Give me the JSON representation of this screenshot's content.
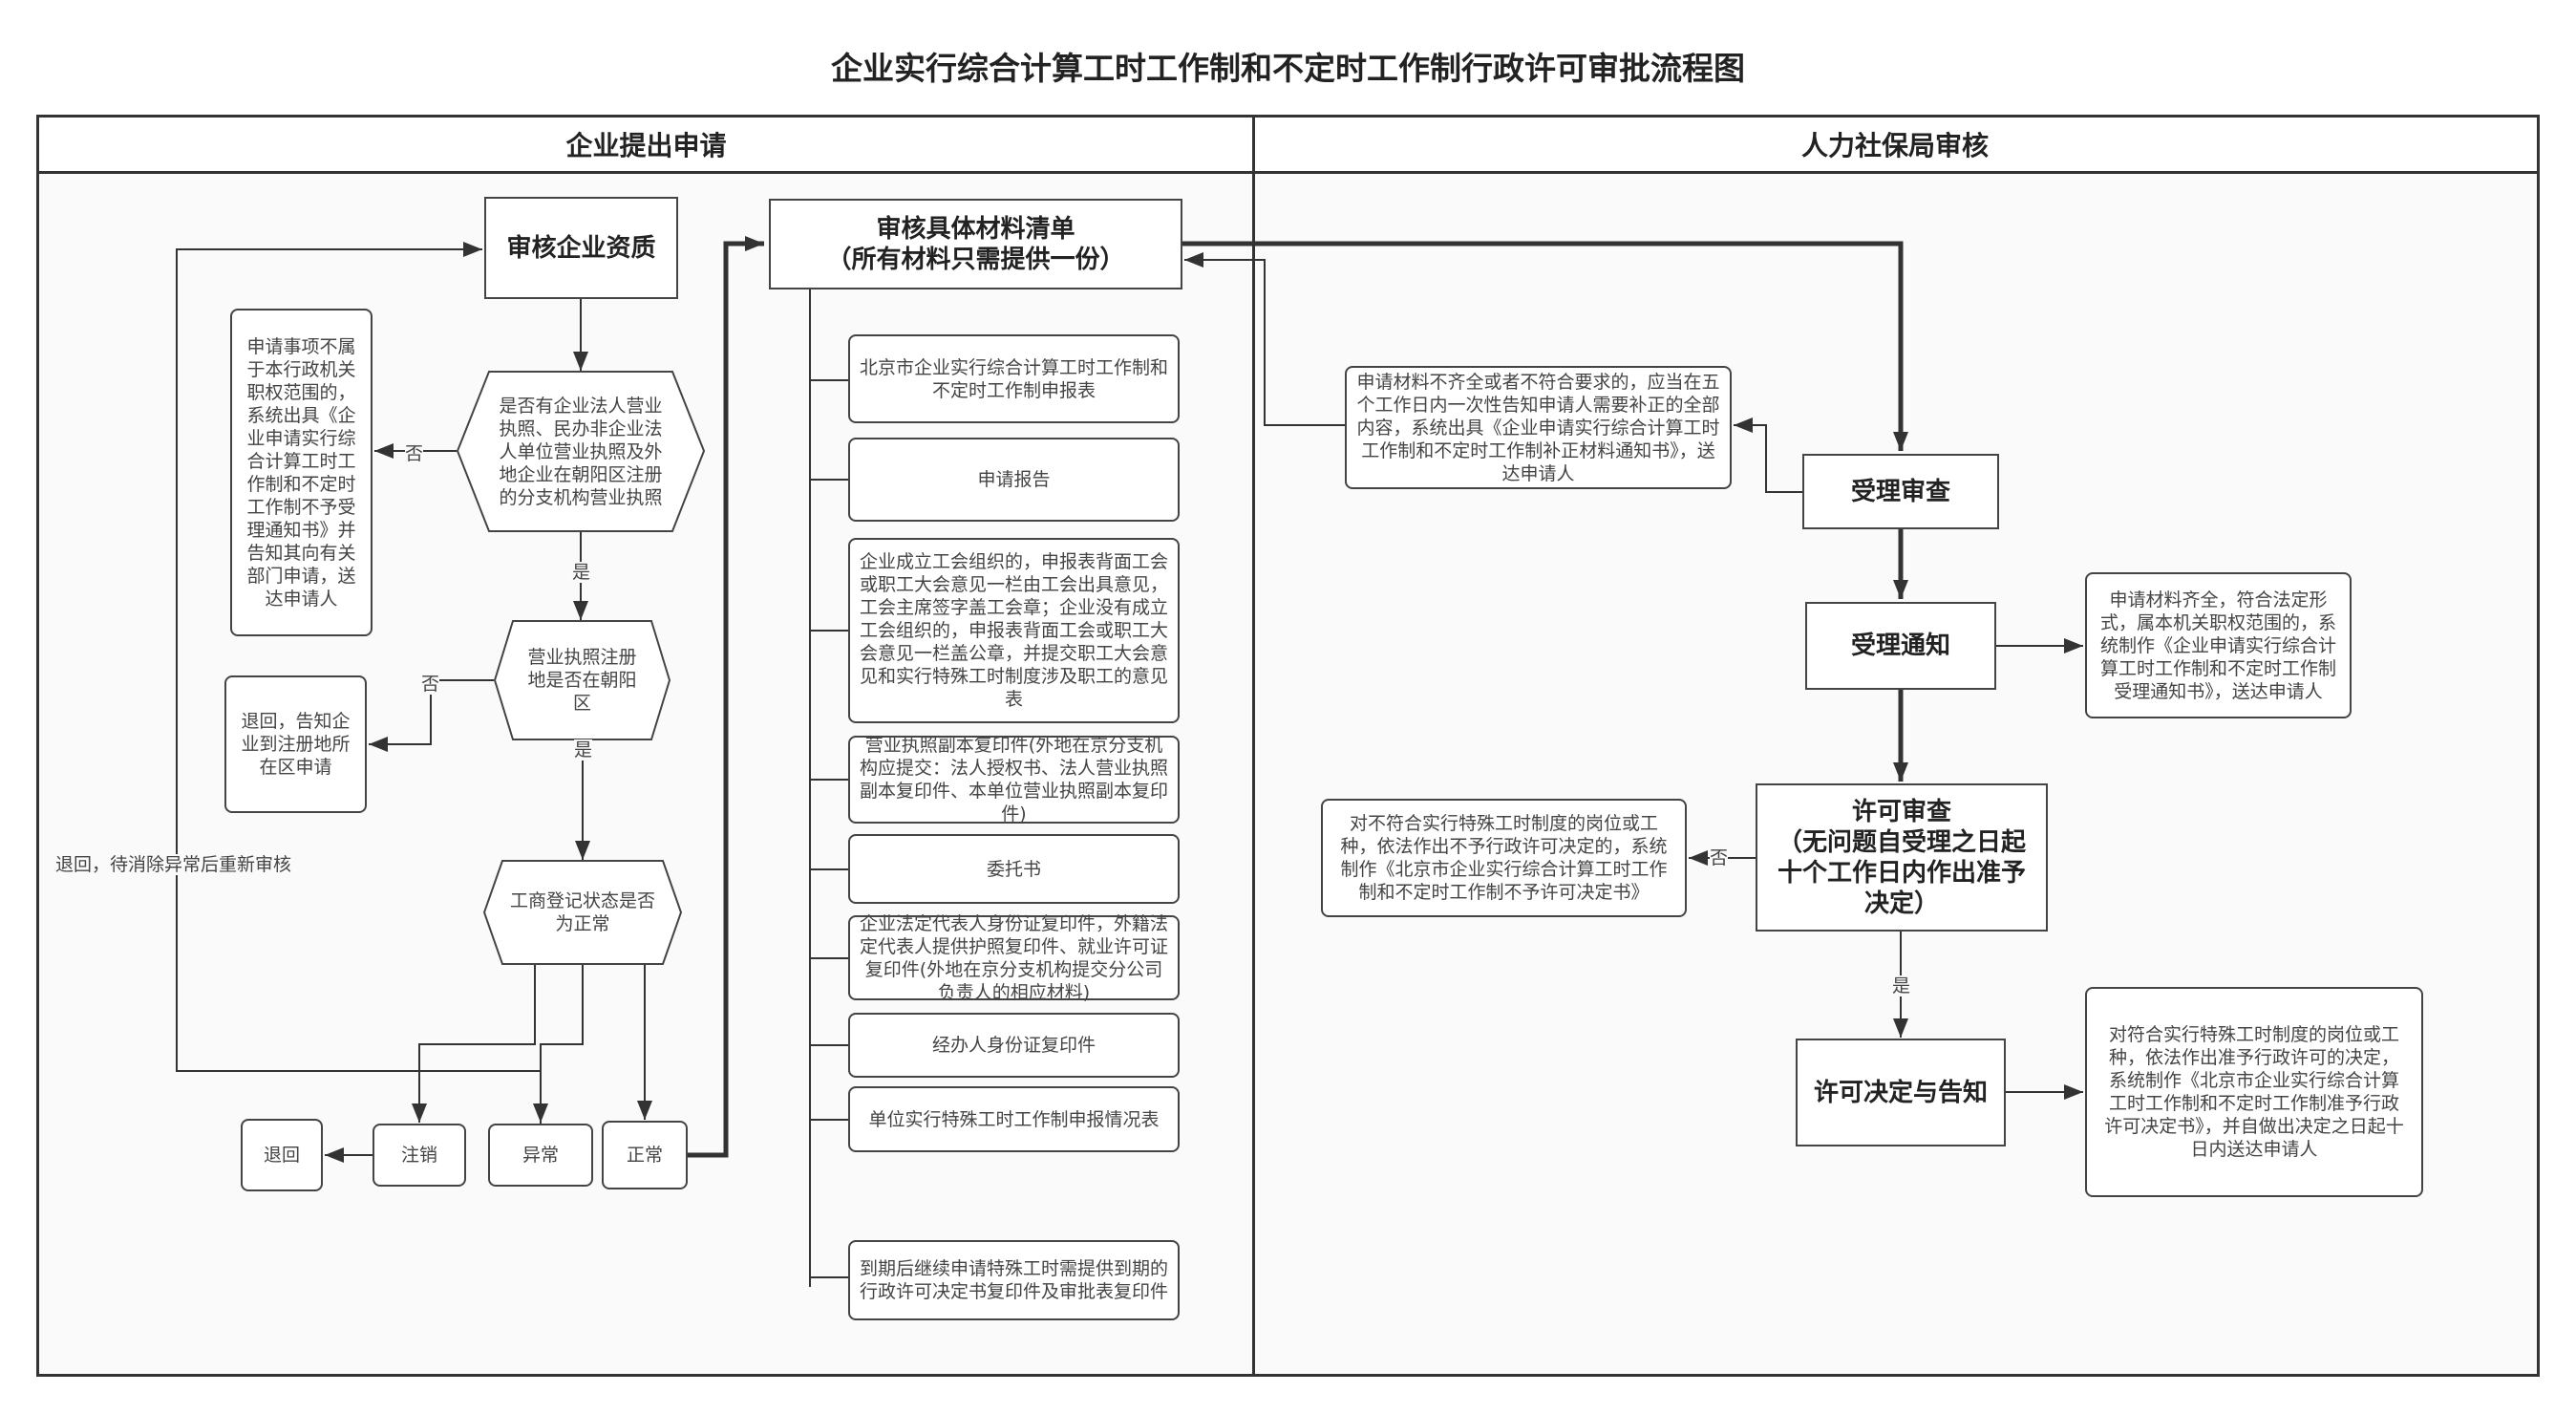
{
  "title": "企业实行综合计算工时工作制和不定时工作制行政许可审批流程图",
  "lanes": {
    "left": "企业提出申请",
    "right": "人力社保局审核"
  },
  "left": {
    "check_qualification": "审核企业资质",
    "decision_license": "是否有企业法人营业执照、民办非企业法人单位营业执照及外地企业在朝阳区注册的分支机构营业执照",
    "reject_not_in_scope": "申请事项不属于本行政机关职权范围的，系统出具《企业申请实行综合计算工时工作制和不定时工作制不予受理通知书》并告知其向有关部门申请，送达申请人",
    "decision_district": "营业执照注册地是否在朝阳区",
    "reject_district": "退回，告知企业到注册地所在区申请",
    "decision_status": "工商登记状态是否为正常",
    "return": "退回",
    "cancelled": "注销",
    "abnormal": "异常",
    "normal": "正常",
    "loop_label": "退回，待消除异常后重新审核",
    "yes": "是",
    "no": "否"
  },
  "materials": {
    "header": "审核具体材料清单\n（所有材料只需提供一份）",
    "header_line1": "审核具体材料清单",
    "header_line2": "（所有材料只需提供一份）",
    "items": [
      "北京市企业实行综合计算工时工作制和不定时工作制申报表",
      "申请报告",
      "企业成立工会组织的，申报表背面工会或职工大会意见一栏由工会出具意见，工会主席签字盖工会章；企业没有成立工会组织的，申报表背面工会或职工大会意见一栏盖公章，并提交职工大会意见和实行特殊工时制度涉及职工的意见表",
      "营业执照副本复印件(外地在京分支机构应提交：法人授权书、法人营业执照副本复印件、本单位营业执照副本复印件)",
      "委托书",
      "企业法定代表人身份证复印件，外籍法定代表人提供护照复印件、就业许可证复印件(外地在京分支机构提交分公司负责人的相应材料)",
      "经办人身份证复印件",
      "单位实行特殊工时工作制申报情况表",
      "到期后继续申请特殊工时需提供到期的行政许可决定书复印件及审批表复印件"
    ]
  },
  "right": {
    "acceptance_review": "受理审查",
    "supplement_notice": "申请材料不齐全或者不符合要求的，应当在五个工作日内一次性告知申请人需要补正的全部内容，系统出具《企业申请实行综合计算工时工作制和不定时工作制补正材料通知书》，送达申请人",
    "acceptance_notice": "受理通知",
    "acceptance_notice_desc": "申请材料齐全，符合法定形式，属本机关职权范围的，系统制作《企业申请实行综合计算工时工作制和不定时工作制受理通知书》，送达申请人",
    "permit_review_line1": "许可审查",
    "permit_review_line2": "（无问题自受理之日起十个工作日内作出准予决定）",
    "deny_desc": "对不符合实行特殊工时制度的岗位或工种，依法作出不予行政许可决定的，系统制作《北京市企业实行综合计算工时工作制和不定时工作制不予许可决定书》",
    "decision_notify": "许可决定与告知",
    "grant_desc": "对符合实行特殊工时制度的岗位或工种，依法作出准予行政许可的决定，系统制作《北京市企业实行综合计算工时工作制和不定时工作制准予行政许可决定书》，并自做出决定之日起十日内送达申请人",
    "yes": "是",
    "no": "否"
  }
}
